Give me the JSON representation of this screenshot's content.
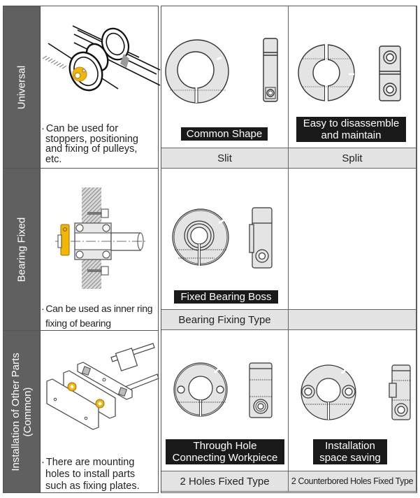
{
  "rows": [
    {
      "category": "Universal",
      "description": "Can be used for stoppers, positioning and fixing of pulleys, etc.",
      "illustration": "pulley-shaft-collar-illustration",
      "cells": [
        {
          "badge": "Common Shape",
          "type": "Slit",
          "drawing": "slit-collar-drawing"
        },
        {
          "badge_lines": [
            "Easy to disassemble",
            "and maintain"
          ],
          "type": "Split",
          "drawing": "split-collar-drawing"
        }
      ]
    },
    {
      "category": "Bearing Fixed",
      "description_lines": [
        "Can be used as inner ring",
        "fixing of bearing"
      ],
      "illustration": "bearing-fixing-illustration",
      "cells": [
        {
          "badge": "Fixed Bearing Boss",
          "type": "Bearing Fixing Type",
          "drawing": "bearing-boss-collar-drawing"
        },
        {
          "badge": "",
          "type": "",
          "drawing": ""
        }
      ]
    },
    {
      "category_lines": [
        "Installation of Other Parts",
        "(Common)"
      ],
      "description_lines": [
        "There are mounting",
        "holes to install parts",
        "such as fixing plates."
      ],
      "illustration": "plate-mounting-illustration",
      "cells": [
        {
          "badge_lines": [
            "Through Hole",
            "Connecting Workpiece"
          ],
          "type": "2 Holes Fixed Type",
          "drawing": "two-hole-collar-drawing"
        },
        {
          "badge_lines": [
            "Installation",
            "space saving"
          ],
          "type": "2 Counterbored Holes Fixed Type",
          "drawing": "counterbored-collar-drawing"
        }
      ]
    }
  ],
  "bullet": "·",
  "colors": {
    "side_bg": "#606060",
    "footer_bg": "#e3e3e3",
    "badge_bg": "#1a1a1a",
    "collar_accent": "#f2b705",
    "part_fill": "#e4e4e4"
  }
}
